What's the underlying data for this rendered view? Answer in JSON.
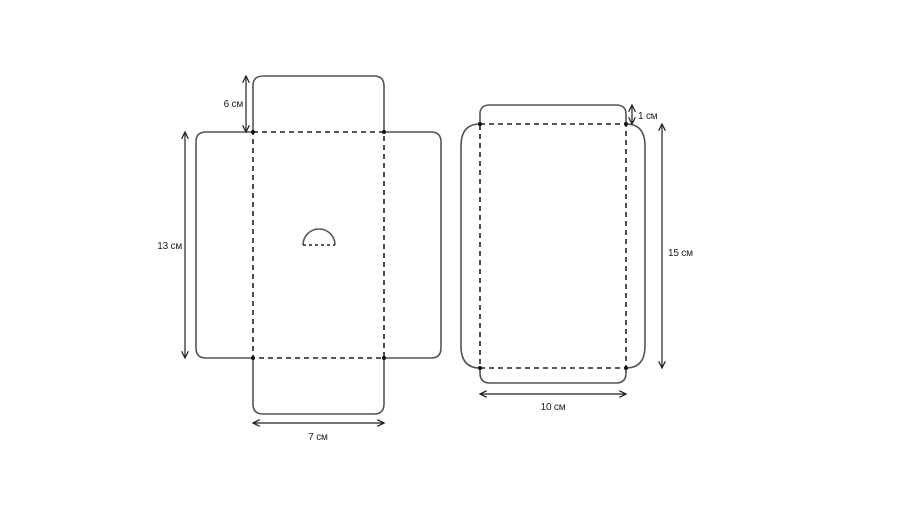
{
  "left_template": {
    "height_label": "13 см",
    "flap_label": "6 см",
    "width_label": "7 см"
  },
  "right_template": {
    "flap_label": "1 см",
    "height_label": "15 см",
    "width_label": "10 см"
  },
  "colors": {
    "outline": "#555555",
    "fold_line": "#222222",
    "dimension": "#222222"
  }
}
